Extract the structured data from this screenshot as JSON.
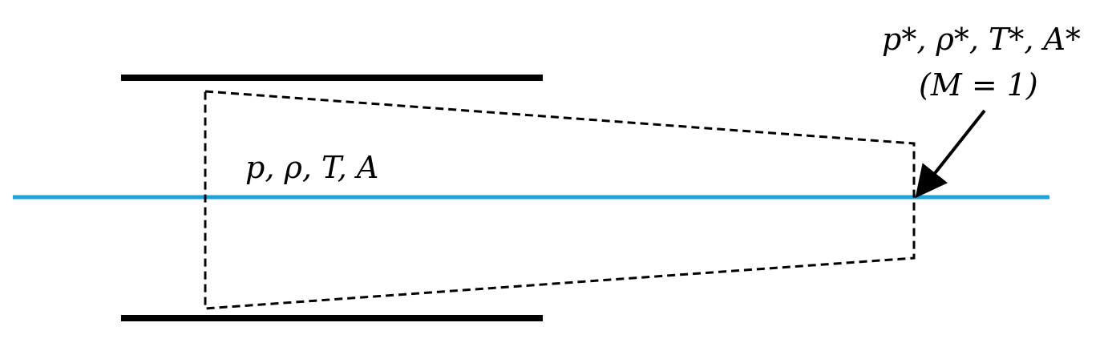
{
  "labels": {
    "inlet_state": "p, ρ, T, A",
    "throat_state": "p*, ρ*, T*, A*",
    "throat_condition": "(M = 1)"
  },
  "colors": {
    "centerline": "#1aa3dc",
    "walls": "#000000",
    "control_volume": "#000000",
    "background": "#ffffff"
  }
}
